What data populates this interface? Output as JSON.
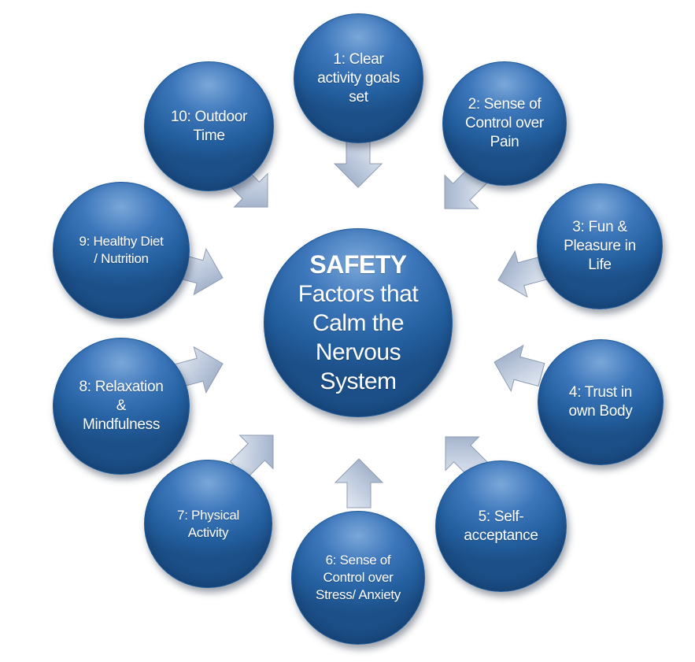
{
  "center": {
    "title": "SAFETY",
    "subtitle": "Factors that\nCalm the\nNervous\nSystem"
  },
  "factors": [
    {
      "id": 1,
      "label": "1: Clear\nactivity goals\nset"
    },
    {
      "id": 2,
      "label": "2: Sense of\nControl over\nPain"
    },
    {
      "id": 3,
      "label": "3: Fun &\nPleasure in\nLife"
    },
    {
      "id": 4,
      "label": "4: Trust in\nown Body"
    },
    {
      "id": 5,
      "label": "5: Self-\nacceptance"
    },
    {
      "id": 6,
      "label": "6: Sense of\nControl over\nStress/ Anxiety"
    },
    {
      "id": 7,
      "label": "7: Physical\nActivity"
    },
    {
      "id": 8,
      "label": "8: Relaxation\n&\nMindfulness"
    },
    {
      "id": 9,
      "label": "9: Healthy Diet\n/ Nutrition"
    },
    {
      "id": 10,
      "label": "10: Outdoor\nTime"
    }
  ],
  "colors": {
    "circle": "#2e6cae",
    "arrow": "#b8c4d8",
    "text": "#ffffff"
  }
}
